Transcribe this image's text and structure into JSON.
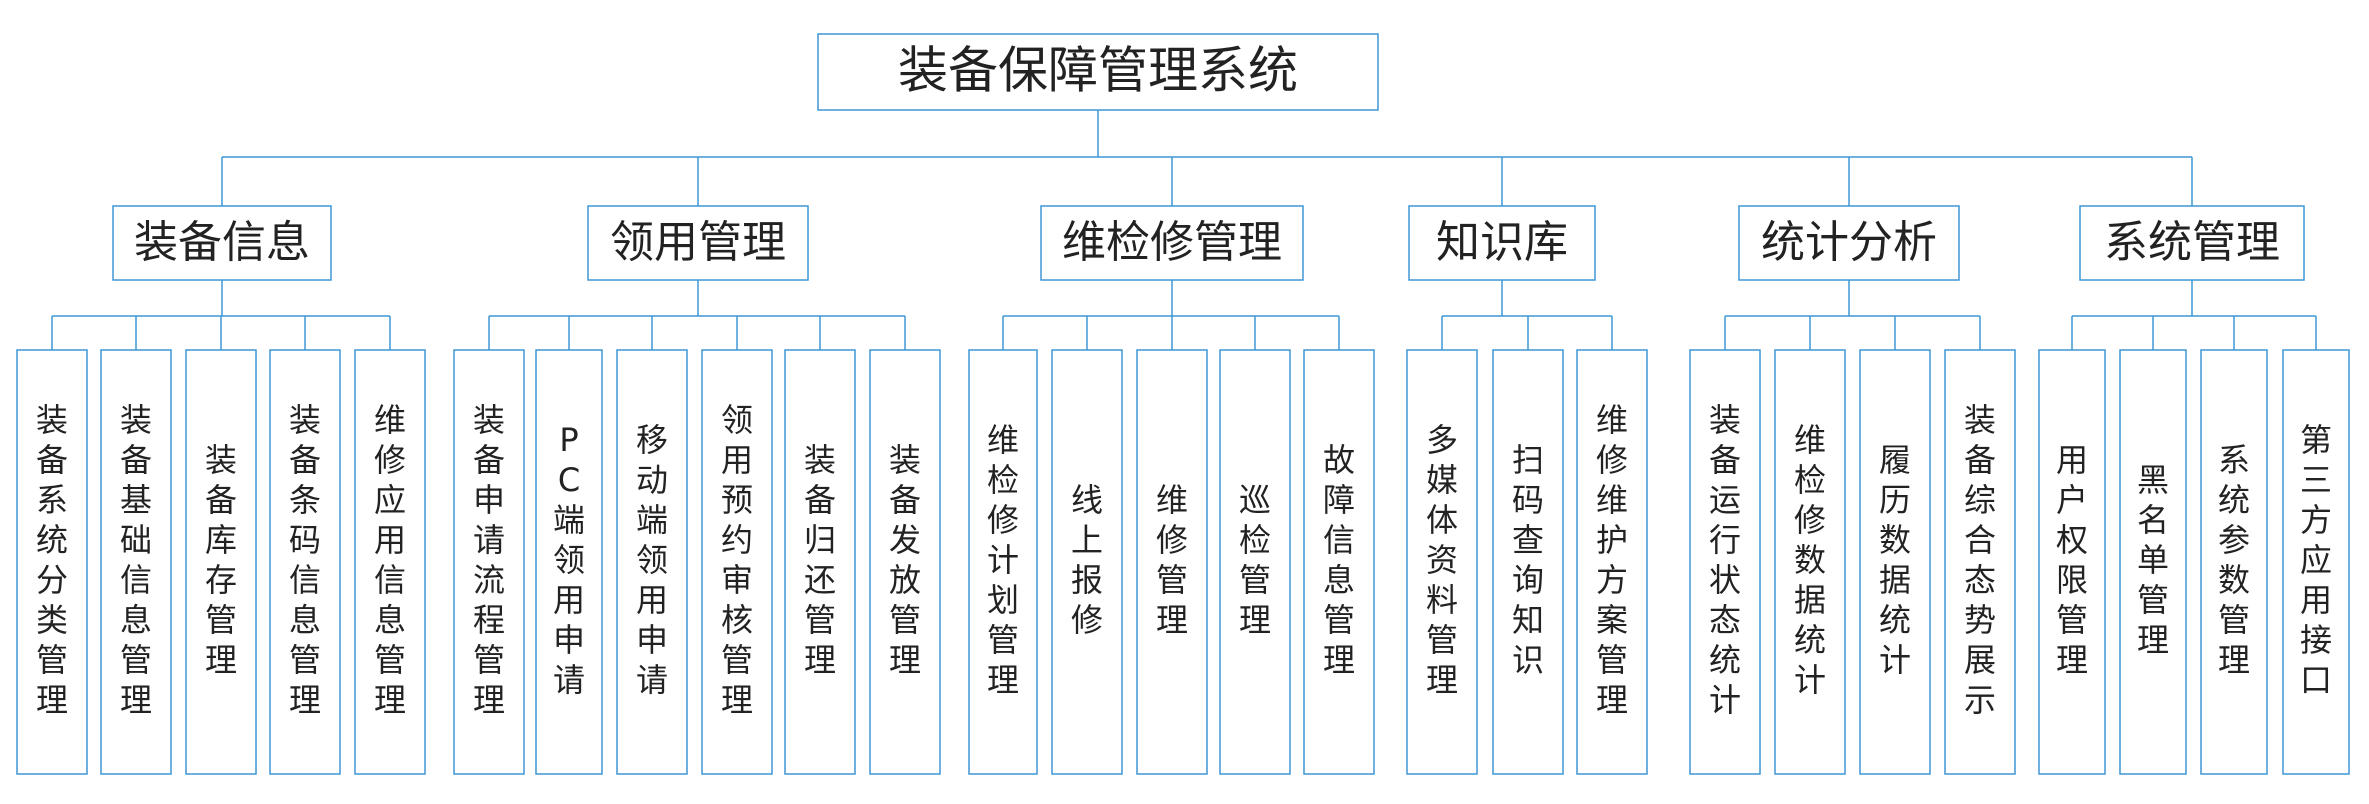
{
  "root": "装备保障管理系统",
  "categories": [
    {
      "label": "装备信息",
      "children": [
        "装备系统分类管理",
        "装备基础信息管理",
        "装备库存管理",
        "装备条码信息管理",
        "维修应用信息管理"
      ]
    },
    {
      "label": "领用管理",
      "children": [
        "装备申请流程管理",
        "PC端领用申请",
        "移动端领用申请",
        "领用预约审核管理",
        "装备归还管理",
        "装备发放管理"
      ]
    },
    {
      "label": "维检修管理",
      "children": [
        "维检修计划管理",
        "线上报修",
        "维修管理",
        "巡检管理",
        "故障信息管理"
      ]
    },
    {
      "label": "知识库",
      "children": [
        "多媒体资料管理",
        "扫码查询知识",
        "维修维护方案管理"
      ]
    },
    {
      "label": "统计分析",
      "children": [
        "装备运行状态统计",
        "维检修数据统计",
        "履历数据统计",
        "装备综合态势展示"
      ]
    },
    {
      "label": "系统管理",
      "children": [
        "用户权限管理",
        "黑名单管理",
        "系统参数管理",
        "第三方应用接口"
      ]
    }
  ],
  "colors": {
    "line": "#3f97d6",
    "box_fill": "#ffffff",
    "text": "#222222"
  }
}
